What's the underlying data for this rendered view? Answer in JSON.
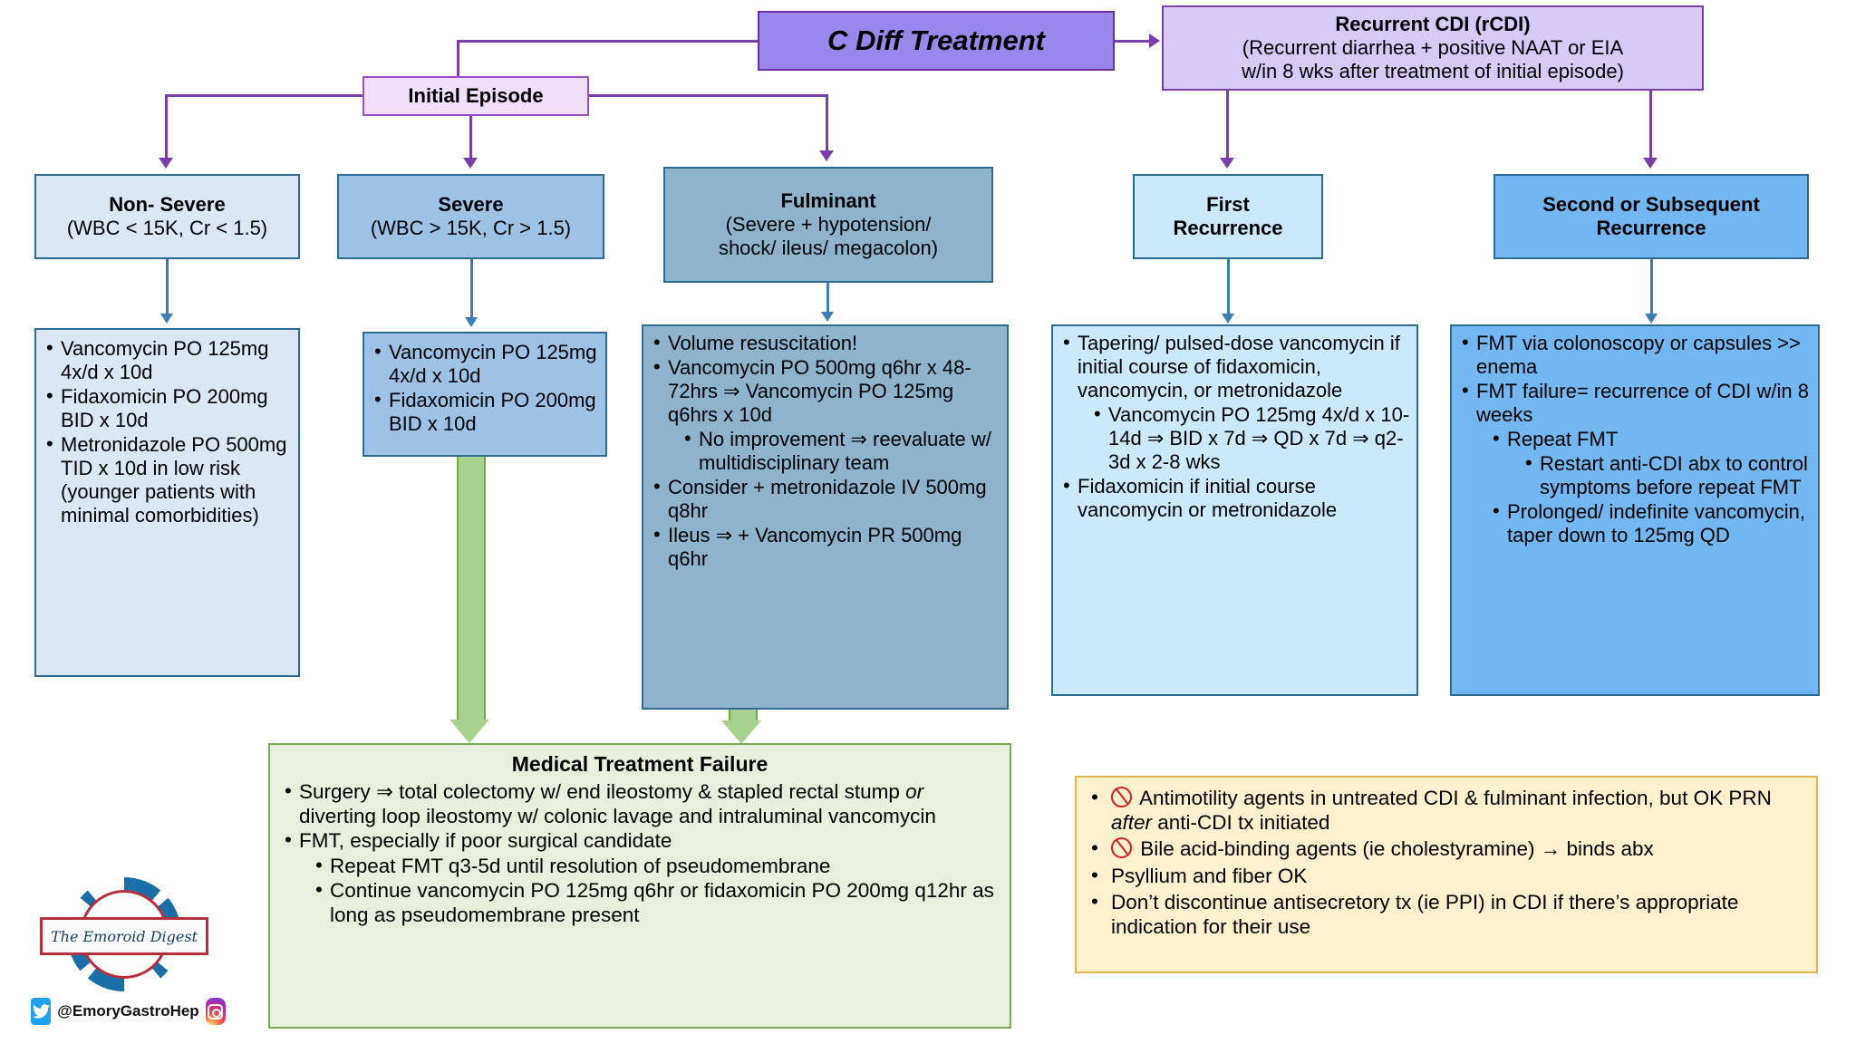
{
  "title": "C Diff Treatment Algorithm",
  "nodes": {
    "cdiff": {
      "label_italic": "C Diff",
      "label_rest": " Treatment"
    },
    "rcdi": {
      "title": "Recurrent CDI (rCDI)",
      "line2": "(Recurrent diarrhea + positive NAAT or EIA",
      "line3": "w/in 8 wks after treatment of initial episode)"
    },
    "initial": {
      "title": "Initial Episode"
    },
    "non_severe": {
      "title": "Non- Severe",
      "sub": "(WBC < 15K, Cr < 1.5)"
    },
    "severe": {
      "title": "Severe",
      "sub": "(WBC > 15K, Cr > 1.5)"
    },
    "fulminant": {
      "title": "Fulminant",
      "sub1": "(Severe + hypotension/",
      "sub2": "shock/ ileus/ megacolon)"
    },
    "first_recurrence": {
      "title_line1": "First",
      "title_line2": "Recurrence"
    },
    "second_recurrence": {
      "title_line1": "Second or Subsequent",
      "title_line2": "Recurrence"
    }
  },
  "treatments": {
    "non_severe": [
      {
        "level": 1,
        "text": "Vancomycin PO 125mg 4x/d x 10d"
      },
      {
        "level": 1,
        "text": "Fidaxomicin PO 200mg BID x 10d"
      },
      {
        "level": 1,
        "text": "Metronidazole PO 500mg TID x 10d in low risk (younger patients with minimal comorbidities)"
      }
    ],
    "severe": [
      {
        "level": 1,
        "text": "Vancomycin PO 125mg 4x/d x 10d"
      },
      {
        "level": 1,
        "text": "Fidaxomicin PO 200mg BID x 10d"
      }
    ],
    "fulminant": [
      {
        "level": 1,
        "text": "Volume resuscitation!"
      },
      {
        "level": 1,
        "text": "Vancomycin PO 500mg q6hr x 48-72hrs ⇒ Vancomycin PO 125mg q6hrs x 10d"
      },
      {
        "level": 2,
        "text": "No improvement ⇒ reevaluate w/ multidisciplinary team"
      },
      {
        "level": 1,
        "text": "Consider + metronidazole IV 500mg q8hr"
      },
      {
        "level": 1,
        "text": "Ileus ⇒ + Vancomycin PR 500mg q6hr"
      }
    ],
    "first_recurrence": [
      {
        "level": 1,
        "text": "Tapering/ pulsed-dose vancomycin if initial course of fidaxomicin, vancomycin, or metronidazole"
      },
      {
        "level": 2,
        "text": "Vancomycin PO 125mg 4x/d x 10-14d ⇒ BID x 7d ⇒ QD x 7d ⇒ q2-3d x 2-8 wks"
      },
      {
        "level": 1,
        "text": "Fidaxomicin if initial course vancomycin or metronidazole"
      }
    ],
    "second_recurrence": [
      {
        "level": 1,
        "text": "FMT via colonoscopy or capsules >> enema"
      },
      {
        "level": 1,
        "text": "FMT failure= recurrence of CDI w/in 8 weeks"
      },
      {
        "level": 2,
        "text": "Repeat FMT"
      },
      {
        "level": 3,
        "text": "Restart anti-CDI abx to control symptoms before repeat FMT"
      },
      {
        "level": 2,
        "text": "Prolonged/ indefinite vancomycin, taper down to 125mg QD"
      }
    ]
  },
  "failure_box": {
    "title": "Medical Treatment Failure",
    "items": [
      {
        "level": 1,
        "html": "Surgery ⇒ total colectomy w/ end ileostomy &amp; stapled rectal stump <i>or</i> diverting loop ileostomy w/ colonic lavage and intraluminal vancomycin"
      },
      {
        "level": 1,
        "html": "FMT, especially if poor surgical candidate"
      },
      {
        "level": 2,
        "html": "Repeat FMT q3-5d until resolution of pseudomembrane"
      },
      {
        "level": 2,
        "html": "Continue vancomycin PO 125mg q6hr or fidaxomicin PO 200mg q12hr as long as pseudomembrane present"
      }
    ]
  },
  "caution_box": {
    "items": [
      {
        "icon": "prohibited-icon",
        "html": "Antimotility agents in untreated CDI &amp; fulminant infection, but OK PRN <i>after</i> anti-CDI tx initiated"
      },
      {
        "icon": "prohibited-icon",
        "html": "Bile acid-binding agents (ie cholestyramine) → binds abx"
      },
      {
        "icon": "",
        "html": "Psyllium and fiber OK"
      },
      {
        "icon": "",
        "html": "Don’t discontinue antisecretory tx (ie PPI) in CDI if there’s appropriate indication for their use"
      }
    ]
  },
  "branding": {
    "logo_text": "The Emoroid Digest",
    "handle": "@EmoryGastroHep",
    "twitter_icon": "twitter-bird-icon",
    "instagram_icon": "instagram-camera-icon"
  },
  "colors": {
    "purple_node": "#9a87eb",
    "purple_border": "#6c2f9e",
    "rcdi_fill": "#d6caf7",
    "initial_fill": "#efdffb",
    "non_severe_fill": "#dbe8f4",
    "severe_fill": "#9cc3e5",
    "fulminant_fill": "#8eb4cb",
    "first_fill": "#cce9fb",
    "second_fill": "#72b7f2",
    "failure_fill": "#e6f0dc",
    "failure_border": "#7aaa58",
    "caution_fill": "#fdf0cd",
    "caution_border": "#e0b54a",
    "connector_purple": "#7a3fa8",
    "connector_blue": "#3d7fb5",
    "prohibited_red": "#d02020"
  }
}
